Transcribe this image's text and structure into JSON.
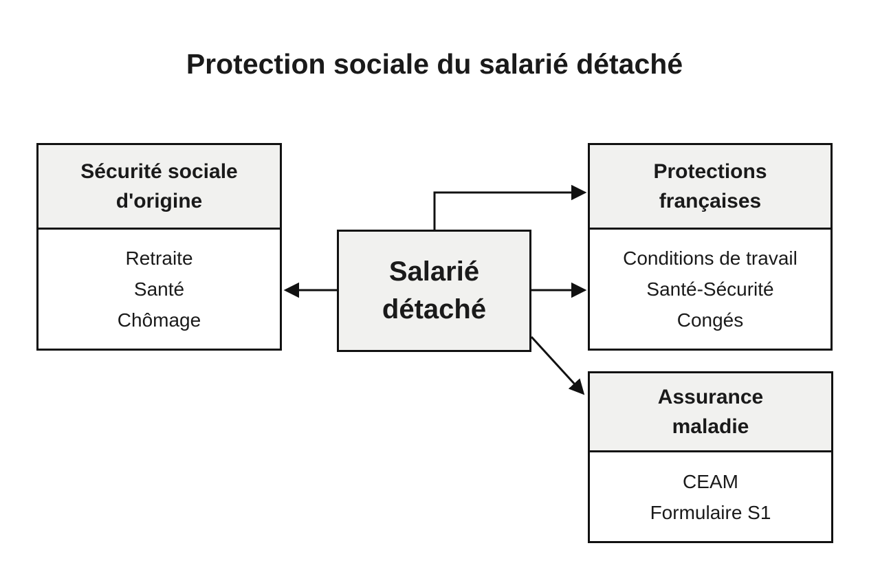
{
  "title": "Protection sociale du salarié détaché",
  "colors": {
    "header_fill": "#f1f1ef",
    "body_fill": "#ffffff",
    "border": "#111111",
    "text": "#1a1a1a",
    "background": "#ffffff"
  },
  "nodes": {
    "center": {
      "label": "Salarié\ndétaché"
    },
    "left": {
      "header": "Sécurité sociale\nd'origine",
      "items": [
        "Retraite",
        "Santé",
        "Chômage"
      ]
    },
    "right_top": {
      "header": "Protections\nfrançaises",
      "items": [
        "Conditions de travail",
        "Santé-Sécurité",
        "Congés"
      ]
    },
    "right_bottom": {
      "header": "Assurance\nmaladie",
      "items": [
        "CEAM",
        "Formulaire S1"
      ]
    }
  },
  "edges": [
    {
      "from": "salarie-detache",
      "to": "securite-sociale-origine",
      "style": "straight-left"
    },
    {
      "from": "salarie-detache",
      "to": "protections-francaises",
      "style": "elbow-top"
    },
    {
      "from": "salarie-detache",
      "to": "protections-francaises",
      "style": "straight-right"
    },
    {
      "from": "salarie-detache",
      "to": "assurance-maladie",
      "style": "diagonal"
    }
  ]
}
